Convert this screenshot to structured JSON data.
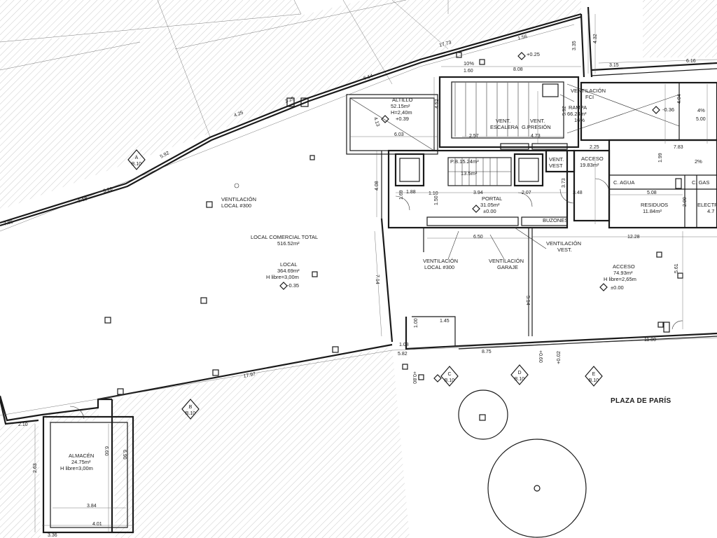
{
  "plaza": {
    "title": "PLAZA DE PARÍS"
  },
  "rooms": {
    "altillo": [
      "ALTILLO",
      "52.15m²",
      "H=2,40m",
      "+0.39"
    ],
    "vent_fci": [
      "VENTILACIÓN",
      "FCI"
    ],
    "rampa": [
      "RAMPA",
      "66.24m²",
      "16%"
    ],
    "rampa_level": "-0.36",
    "pct4": "4%",
    "pct2": "2%",
    "pct10": "10%",
    "vent_escalera": [
      "VENT.",
      "ESCALERA",
      "VENT.",
      "G.PRESIÓN"
    ],
    "vent_vest": [
      "VENT.",
      "VEST"
    ],
    "acceso_top": [
      "ACCESO",
      "19.83m²"
    ],
    "c_agua": "C. AGUA",
    "c_gas": "C. GAS",
    "residuos": [
      "RESIDUOS",
      "11.84m²"
    ],
    "electr": [
      "ELECTR.",
      "4.7"
    ],
    "escalera": [
      "P.B.15.24m²",
      "13.5m²"
    ],
    "portal": [
      "PORTAL",
      "31.05m²",
      "±0.00"
    ],
    "buzones": "BUZONES",
    "vent_vest2": [
      "VENTILACIÓN",
      "VEST."
    ],
    "vent_local_300_top": [
      "VENTILACIÓN",
      "LOCAL #300"
    ],
    "local_total": [
      "LOCAL COMERCIAL TOTAL",
      "516.52m²"
    ],
    "local": [
      "LOCAL",
      "364.69m²",
      "H libre=3,00m",
      "-0.35"
    ],
    "vent_local_300_mid": [
      "VENTILACIÓN",
      "LOCAL #300"
    ],
    "vent_garaje": [
      "VENTILACIÓN",
      "GARAJE"
    ],
    "acceso_big": [
      "ACCESO",
      "74.93m²",
      "H libre=2,65m",
      "±0.00"
    ],
    "almacen": [
      "ALMACÉN",
      "24.75m²",
      "H libre=3,00m"
    ],
    "level_025": "+0.25",
    "level_02": "+0.02",
    "door_e1": "+0.80",
    "door_e2": "+0.60"
  },
  "dims": {
    "d785": "7.85",
    "d118": "1.18",
    "d320": "3.20",
    "d592": "5.92",
    "d425": "4.25",
    "d325": "3.25",
    "d614": "6.14",
    "d1773": "17.73",
    "d156": "1.56",
    "d808": "8.08",
    "d160": "1.60",
    "d335": "3.35",
    "d432": "4.32",
    "d315": "3.15",
    "d616": "6.16",
    "d404": "4.04",
    "d500": "5.00",
    "d603": "6.03",
    "d413": "4.13",
    "d452": "4.52",
    "d257": "2.57",
    "d473": "4.73",
    "d592b": "5.92",
    "d225": "2.25",
    "d783": "7.83",
    "d199": "1.99",
    "d408": "4.08",
    "d169": "1.69",
    "d188": "1.88",
    "d110": "1.10",
    "d150": "1.50",
    "d394": "3.94",
    "d207": "2.07",
    "d373": "3.73",
    "d348": "3.48",
    "d508": "5.08",
    "d200": "2.00",
    "d650": "6.50",
    "d1228": "12.28",
    "d514": "5.14",
    "d714": "7.14",
    "d561": "5.61",
    "d100": "1.00",
    "d145": "1.45",
    "d108": "1.08",
    "d582": "5.82",
    "d875": "8.75",
    "d1100": "11.00",
    "d1797": "17.97",
    "d210": "2.10",
    "d660": "6.60",
    "d690": "6.90",
    "d384": "3.84",
    "d401": "4.01",
    "d336": "3.36",
    "d263": "2.63"
  },
  "sections": {
    "s1": [
      "A",
      "B.10"
    ],
    "s2": [
      "B",
      "B.10"
    ],
    "s3": [
      "C",
      "B.10"
    ],
    "s4": [
      "D",
      "B.10"
    ],
    "s5": [
      "E",
      "B.10"
    ]
  }
}
